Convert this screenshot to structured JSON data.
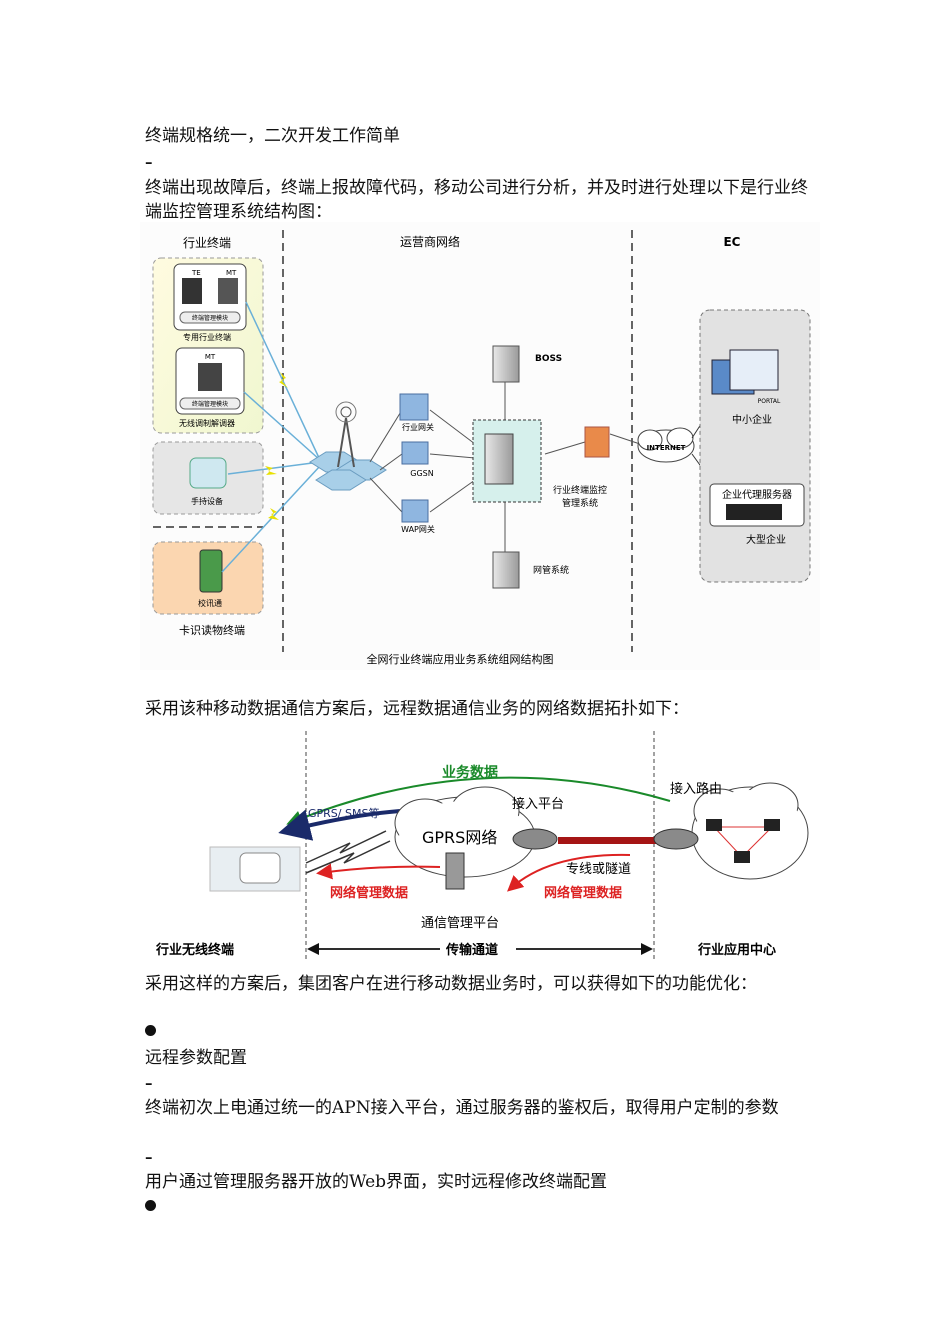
{
  "text": {
    "p1": "终端规格统一，二次开发工作简单",
    "d1": "–",
    "p2": "终端出现故障后，终端上报故障代码，移动公司进行分析，并及时进行处理以下是行业终端监控管理系统结构图：",
    "p3": "采用该种移动数据通信方案后，远程数据通信业务的网络数据拓扑如下：",
    "p4": "采用这样的方案后，集团客户在进行移动数据业务时，可以获得如下的功能优化：",
    "p5": "远程参数配置",
    "d2": "–",
    "p6": "终端初次上电通过统一的APN接入平台，通过服务器的鉴权后，取得用户定制的参数",
    "d3": "–",
    "p7": "用户通过管理服务器开放的Web界面，实时远程修改终端配置"
  },
  "figure1": {
    "col_terminal": "行业终端",
    "col_operator": "运营商网络",
    "col_ec": "EC",
    "te": "TE",
    "mt": "MT",
    "mt2": "MT",
    "mgmt_module1": "终端管理模块",
    "mgmt_module2": "终端管理模块",
    "dedicated_terminal": "专用行业终端",
    "wireless_modem": "无线调制解调器",
    "handheld": "手持设备",
    "campus_card": "校讯通",
    "card_reader": "卡识读物终端",
    "industry_gateway": "行业网关",
    "ggsn": "GGSN",
    "wap_gateway": "WAP网关",
    "boss": "BOSS",
    "monitor_system": "行业终端监控",
    "monitor_system2": "管理系统",
    "nms": "网管系统",
    "internet": "INTERNET",
    "portal": "PORTAL",
    "sme": "中小企业",
    "agent_server": "企业代理服务器",
    "large_enterprise": "大型企业",
    "caption": "全网行业终端应用业务系统组网结构图"
  },
  "figure2": {
    "business_data": "业务数据",
    "gprs_sms": "GPRS/ SMS等",
    "gprs_network": "GPRS网络",
    "access_platform": "接入平台",
    "access_router": "接入路由",
    "leased_line": "专线或隧道",
    "nm_data_left": "网络管理数据",
    "nm_data_right": "网络管理数据",
    "comm_platform": "通信管理平台",
    "wireless_terminal": "行业无线终端",
    "transmission": "传输通道",
    "app_center": "行业应用中心"
  }
}
